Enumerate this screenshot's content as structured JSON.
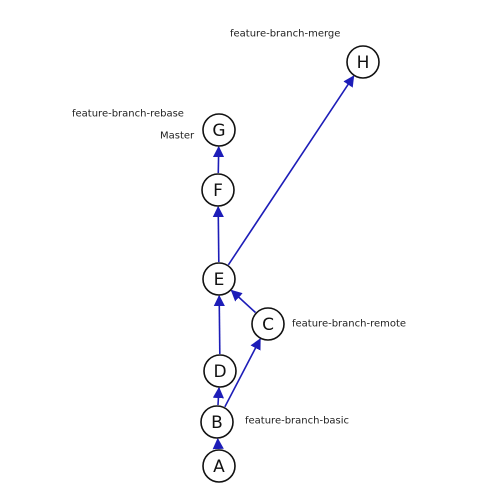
{
  "diagram": {
    "colors": {
      "edge": "#1d1db8",
      "node_stroke": "#111111",
      "text": "#111111"
    },
    "nodes": [
      {
        "id": "A",
        "label": "A"
      },
      {
        "id": "B",
        "label": "B"
      },
      {
        "id": "C",
        "label": "C"
      },
      {
        "id": "D",
        "label": "D"
      },
      {
        "id": "E",
        "label": "E"
      },
      {
        "id": "F",
        "label": "F"
      },
      {
        "id": "G",
        "label": "G"
      },
      {
        "id": "H",
        "label": "H"
      }
    ],
    "edges": [
      {
        "from": "A",
        "to": "B"
      },
      {
        "from": "B",
        "to": "D"
      },
      {
        "from": "B",
        "to": "C"
      },
      {
        "from": "D",
        "to": "E"
      },
      {
        "from": "C",
        "to": "E"
      },
      {
        "from": "E",
        "to": "F"
      },
      {
        "from": "F",
        "to": "G"
      },
      {
        "from": "E",
        "to": "H"
      }
    ],
    "labels": {
      "merge": "feature-branch-merge",
      "rebase": "feature-branch-rebase",
      "master": "Master",
      "remote": "feature-branch-remote",
      "basic": "feature-branch-basic"
    }
  }
}
